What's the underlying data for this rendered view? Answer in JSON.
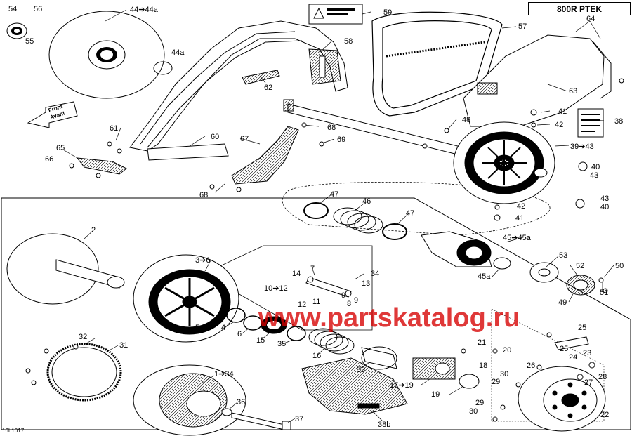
{
  "title": "800R PTEK",
  "footer_code": "16L1017",
  "watermark": "www.partskatalog.ru",
  "direction_label": {
    "line1": "Front",
    "line2": "Avant"
  },
  "callouts": [
    "54",
    "56",
    "55",
    "44➔44a",
    "44a",
    "59",
    "57",
    "64",
    "58",
    "62",
    "63",
    "41",
    "42",
    "38",
    "48",
    "39➔43",
    "40",
    "43",
    "61",
    "60",
    "65",
    "66",
    "67",
    "68",
    "68",
    "69",
    "47",
    "46",
    "47",
    "42",
    "41",
    "43",
    "40",
    "45➔45a",
    "53",
    "52",
    "50",
    "45a",
    "2",
    "3➔6",
    "7",
    "14",
    "34",
    "10➔12",
    "13",
    "12",
    "11",
    "9",
    "8",
    "9",
    "49",
    "51",
    "5",
    "4",
    "6",
    "15",
    "35",
    "16",
    "33",
    "21",
    "20",
    "18",
    "25",
    "25",
    "24",
    "23",
    "26",
    "28",
    "27",
    "30",
    "29",
    "19",
    "17➔19",
    "32",
    "31",
    "1➔34",
    "36",
    "37",
    "38b",
    "29",
    "30",
    "22"
  ],
  "colors": {
    "line": "#000000",
    "watermark": "#d60000",
    "panel": "#ffffff"
  }
}
